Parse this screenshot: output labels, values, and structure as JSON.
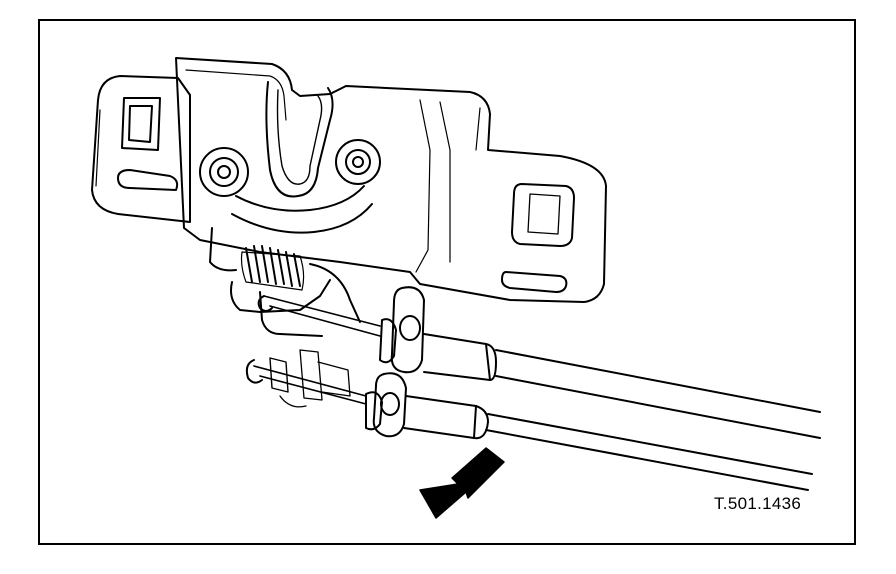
{
  "figure": {
    "reference": "T.501.1436",
    "colors": {
      "ink": "#000000",
      "paper": "#ffffff"
    },
    "depicts": [
      "hood-latch-assembly",
      "release-cables",
      "pointer-arrow"
    ]
  }
}
